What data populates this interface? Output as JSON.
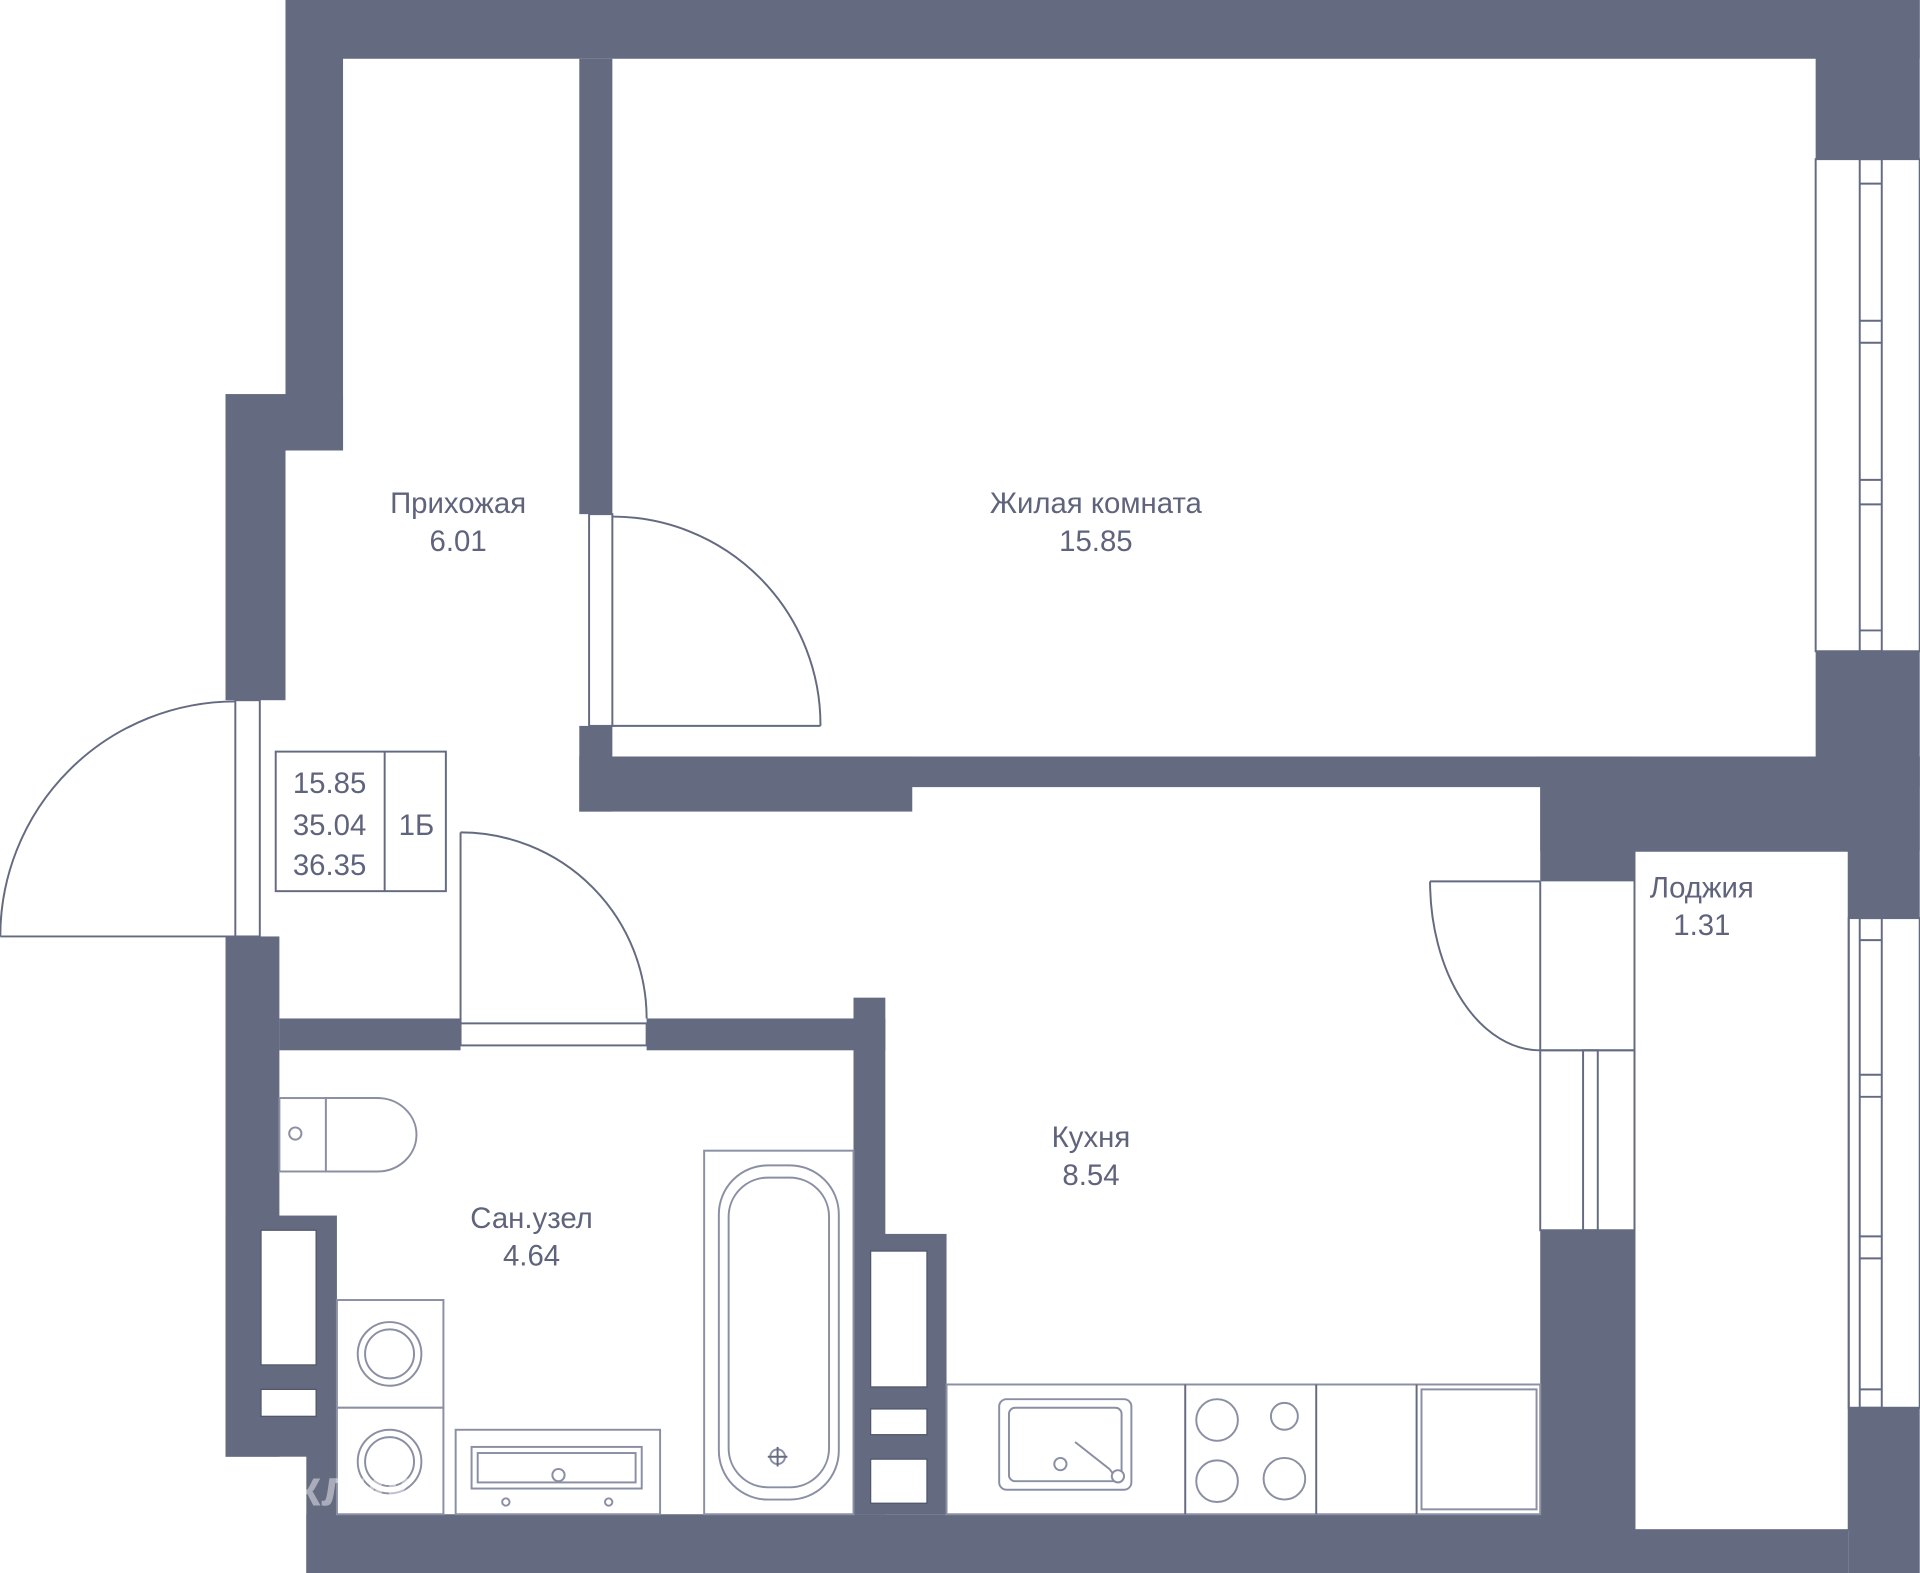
{
  "rooms": [
    {
      "name": "Прихожая",
      "area": "6.01"
    },
    {
      "name": "Жилая комната",
      "area": "15.85"
    },
    {
      "name": "Кухня",
      "area": "8.54"
    },
    {
      "name": "Сан.узел",
      "area": "4.64"
    },
    {
      "name": "Лоджия",
      "area": "1.31"
    }
  ],
  "summary": {
    "living_area": "15.85",
    "total_area": "35.04",
    "total_with_loggia": "36.35",
    "type": "1Б"
  },
  "watermark": "Домклик",
  "colors": {
    "wall": "#646a80",
    "text": "#5f647c"
  }
}
